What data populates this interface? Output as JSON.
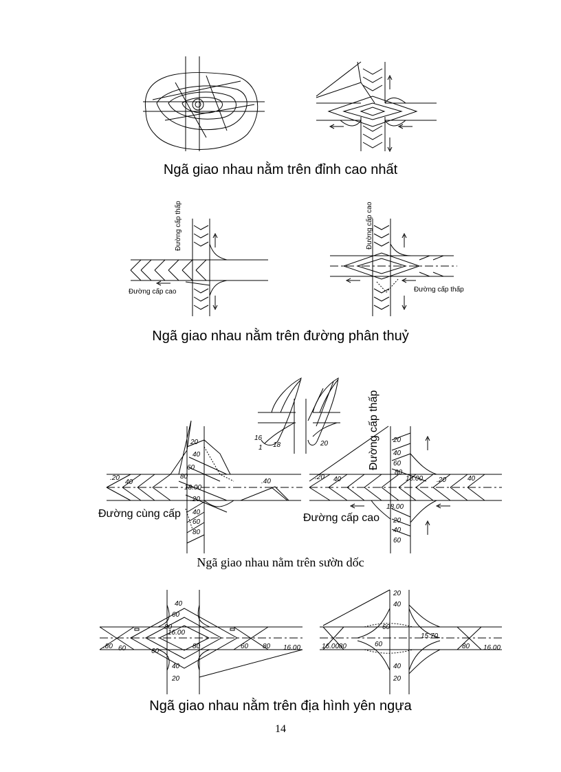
{
  "captions": {
    "c1": "Ngã giao nhau nằm trên đỉnh cao nhất",
    "c2": "Ngã giao nhau nằm trên đường phân thuỷ",
    "c3": "Ngã giao nhau nằm trên sườn dốc",
    "c4": "Ngã giao nhau nằm trên địa hình yên ngựa"
  },
  "labels": {
    "low_road": "Đường cấp thấp",
    "high_road": "Đường cấp cao",
    "same_level": "Đường cùng cấp"
  },
  "contours": {
    "v20": ".20",
    "v40": ".40",
    "v60": ".60",
    "v80": ".80",
    "v1800": "18.00",
    "v1600": "16.00",
    "v1570": "15.70",
    "v20b": "20",
    "v40b": "40",
    "v60b": "60",
    "v80b": "80",
    "s16": "16",
    "s18": "18",
    "s1": "1",
    "s20": "20"
  },
  "page_number": "14"
}
